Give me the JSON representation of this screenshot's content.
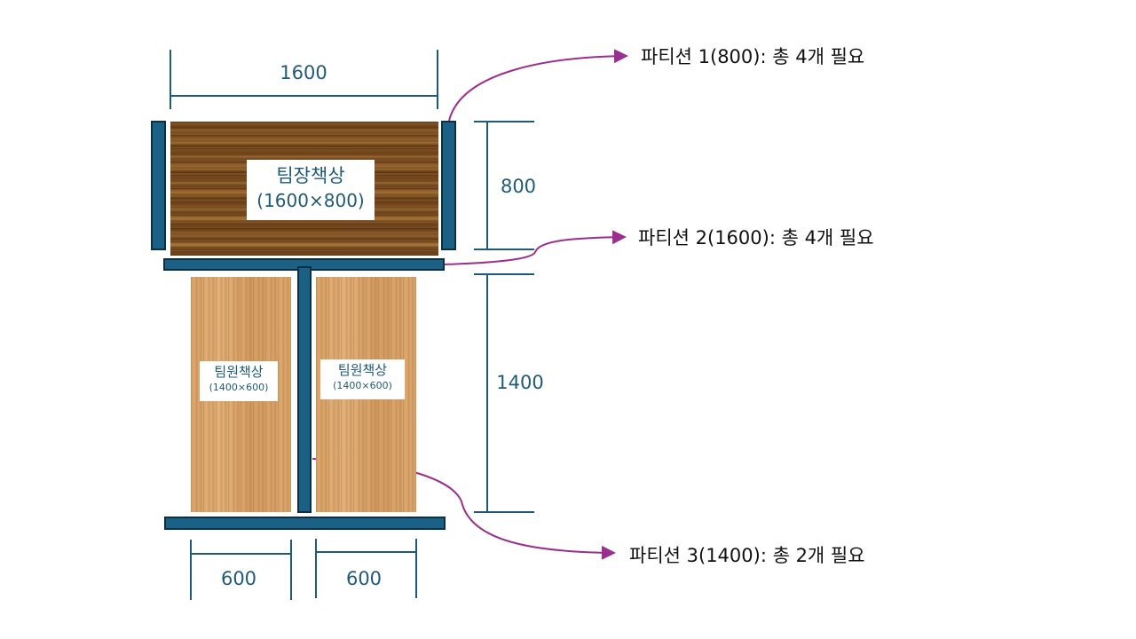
{
  "colors": {
    "partition": "#1b6185",
    "partition_border": "#0d2f45",
    "dimension_line": "#1f5a78",
    "callout_arrow": "#9b2f8f",
    "text_dark": "#111111"
  },
  "desks": {
    "leader": {
      "name": "팀장책상",
      "size": "(1600×800)"
    },
    "member_left": {
      "name": "팀원책상",
      "size": "(1400×600)"
    },
    "member_right": {
      "name": "팀원책상",
      "size": "(1400×600)"
    }
  },
  "dimensions": {
    "top_width": "1600",
    "leader_depth": "800",
    "member_length": "1400",
    "member_left_width": "600",
    "member_right_width": "600"
  },
  "callouts": [
    {
      "text": "파티션 1(800): 총 4개 필요"
    },
    {
      "text": "파티션 2(1600): 총 4개 필요"
    },
    {
      "text": "파티션 3(1400): 총 2개 필요"
    }
  ]
}
